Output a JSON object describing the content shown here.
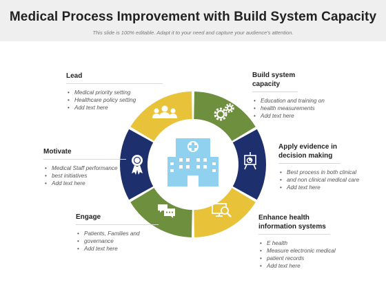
{
  "header": {
    "title": "Medical Process Improvement with Build System Capacity",
    "subtitle": "This slide is 100% editable. Adapt it to your need and capture your audience's attention."
  },
  "colors": {
    "yellow": "#E8C33A",
    "green": "#6E8F3D",
    "navy": "#1E2F6E",
    "hospital": "#8FD1EE"
  },
  "segments": [
    {
      "id": "lead",
      "color": "yellow",
      "icon": "people-group-icon"
    },
    {
      "id": "build",
      "color": "green",
      "icon": "gears-icon"
    },
    {
      "id": "apply",
      "color": "navy",
      "icon": "presentation-board-icon"
    },
    {
      "id": "enhance",
      "color": "yellow",
      "icon": "computer-search-icon"
    },
    {
      "id": "engage",
      "color": "green",
      "icon": "chat-bubbles-icon"
    },
    {
      "id": "motivate",
      "color": "navy",
      "icon": "award-ribbon-icon"
    }
  ],
  "center_icon": "hospital-building-icon",
  "blocks": {
    "lead": {
      "title": "Lead",
      "bullets": [
        "Medical priority setting",
        "Healthcare policy setting",
        "Add text here"
      ]
    },
    "build": {
      "title_line1": "Build system",
      "title_line2": "capacity",
      "bullets": [
        "Education and training on",
        "health measurements",
        "Add text here"
      ]
    },
    "motivate": {
      "title": "Motivate",
      "bullets": [
        "Medical Staff performance",
        "best initiatives",
        "Add text here"
      ]
    },
    "apply": {
      "title_line1": "Apply evidence in",
      "title_line2": "decision making",
      "bullets": [
        "Best process in both clinical",
        "and non clinical medical care",
        "Add text here"
      ]
    },
    "engage": {
      "title": "Engage",
      "bullets": [
        "Patients, Families and",
        "governance",
        "Add text here"
      ]
    },
    "enhance": {
      "title_line1": "Enhance health",
      "title_line2": "information systems",
      "bullets": [
        "E health",
        "Measure electronic medical",
        "patient records",
        "Add text here"
      ]
    }
  }
}
